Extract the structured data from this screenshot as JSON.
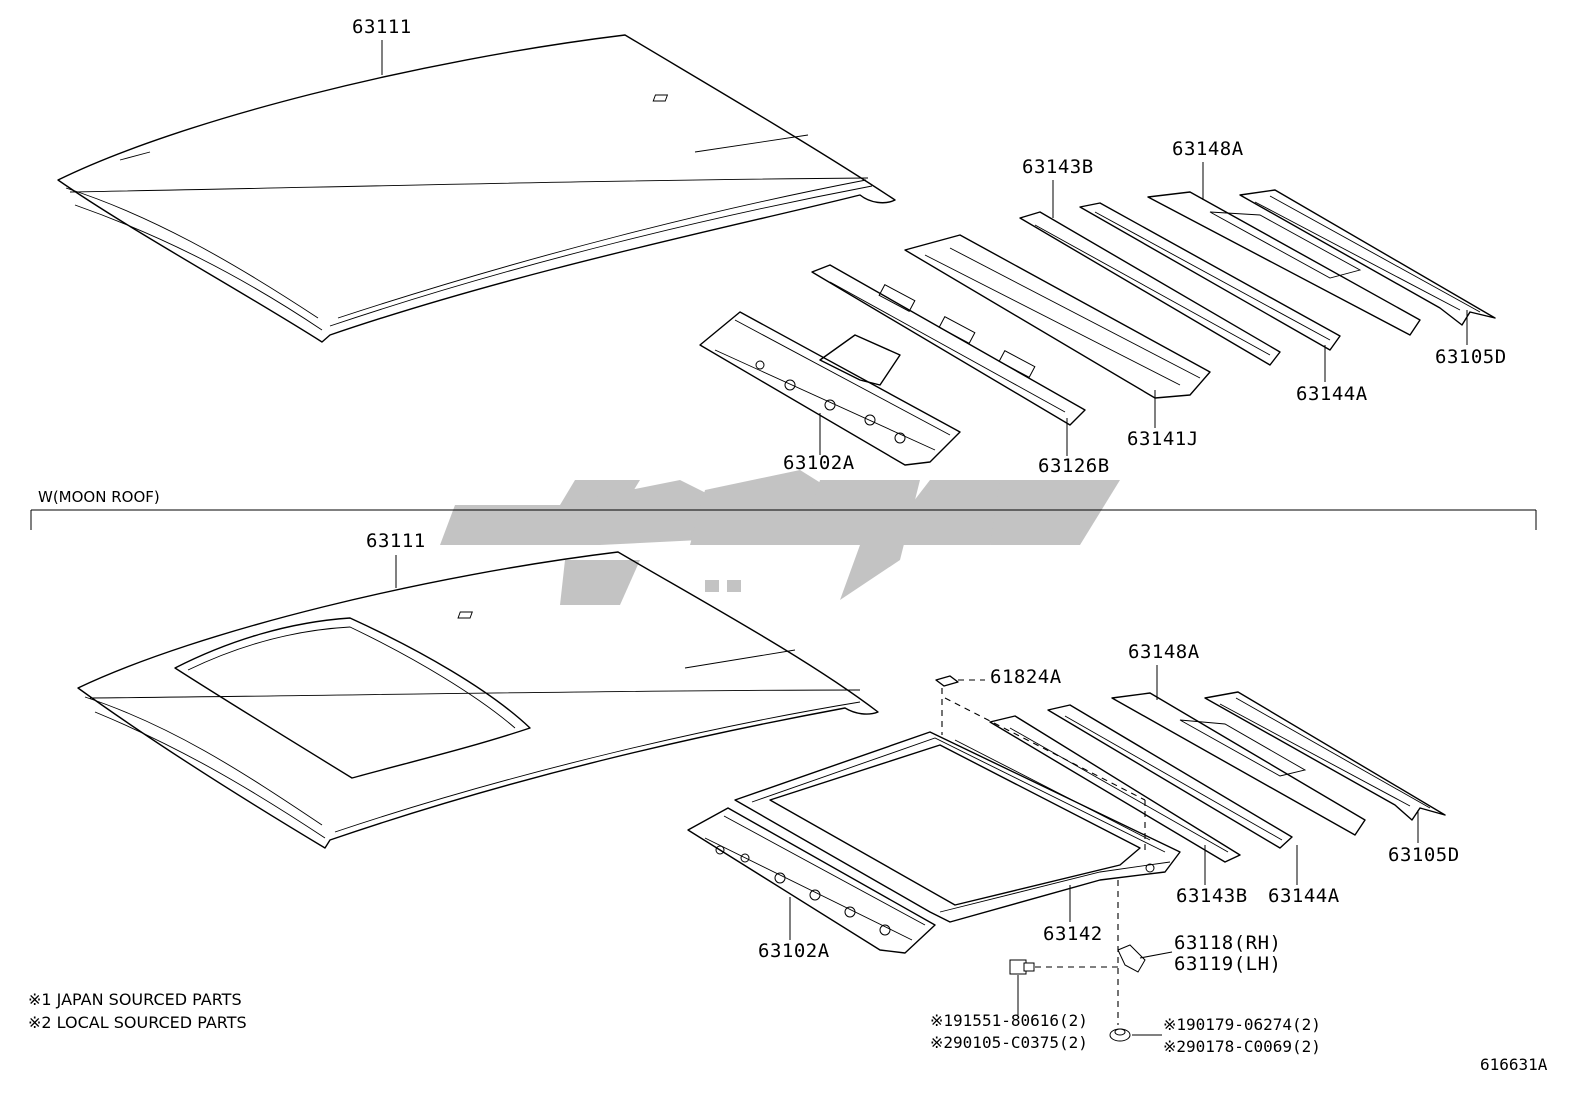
{
  "section_title": "W(MOON ROOF)",
  "upper": {
    "roof_panel": "63111",
    "front_header": "63102A",
    "bow_1": "63126B",
    "bow_2": "63141J",
    "bow_3": "63143B",
    "bow_4": "63144A",
    "bow_5": "63148A",
    "rear_header": "63105D"
  },
  "lower": {
    "roof_panel": "63111",
    "front_header": "63102A",
    "reinforcement": "63142",
    "patch": "61824A",
    "bow_3": "63143B",
    "bow_4": "63144A",
    "bow_5": "63148A",
    "rear_header": "63105D",
    "bracket_rh": "63118(RH)",
    "bracket_lh": "63119(LH)",
    "bolt_1": "※191551-80616(2)",
    "bolt_2": "※290105-C0375(2)",
    "nut_1": "※190179-06274(2)",
    "nut_2": "※290178-C0069(2)"
  },
  "notes": [
    "※1 JAPAN SOURCED PARTS",
    "※2 LOCAL SOURCED PARTS"
  ],
  "diagram_code": "616631A",
  "watermark_text": "سوپرسی",
  "colors": {
    "line": "#000000",
    "watermark": "#bdbdbd",
    "background": "#ffffff"
  }
}
